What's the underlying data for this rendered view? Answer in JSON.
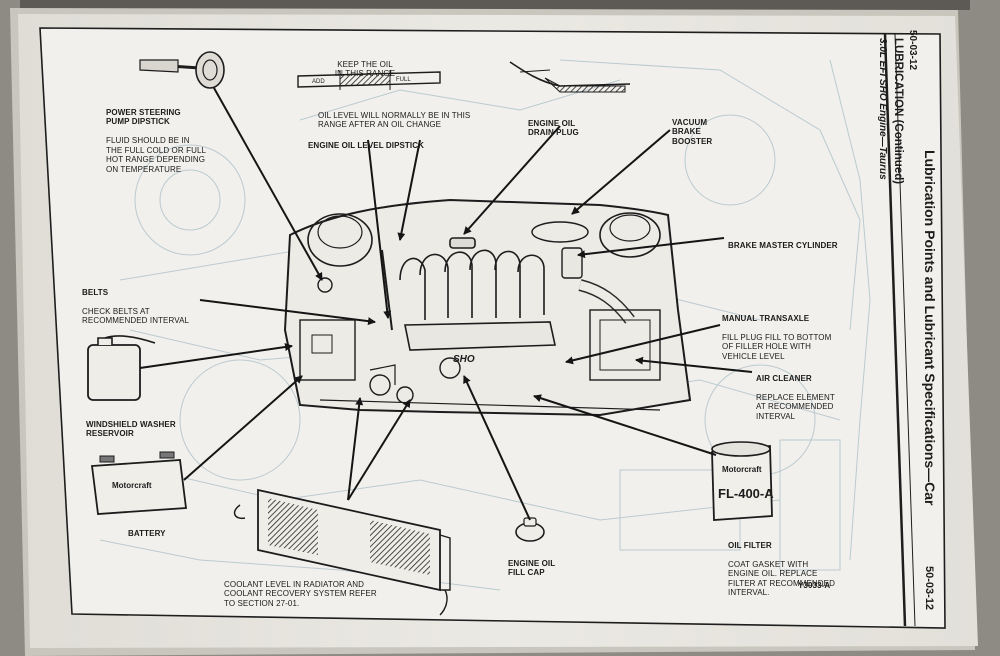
{
  "header": {
    "section_title": "Lubrication Points and Lubricant Specifications—Car",
    "subsection": "LUBRICATION (Continued)",
    "engine": "3.0L EFI SHO Engine—Taurus",
    "page_top": "50-03-12",
    "page_bottom": "50-03-12"
  },
  "callouts": {
    "power_steering": {
      "title": "POWER STEERING PUMP DIPSTICK",
      "desc": "FLUID SHOULD BE IN THE FULL COLD OR FULL HOT RANGE DEPENDING ON TEMPERATURE"
    },
    "keep_oil": {
      "title": "KEEP THE OIL IN THIS RANGE"
    },
    "oil_level_note": {
      "desc": "OIL LEVEL WILL NORMALLY BE IN THIS RANGE AFTER AN OIL CHANGE"
    },
    "engine_oil_dipstick": {
      "title": "ENGINE OIL LEVEL DIPSTICK"
    },
    "drain_plug": {
      "title": "ENGINE OIL DRAIN PLUG"
    },
    "vacuum_booster": {
      "title": "VACUUM BRAKE BOOSTER"
    },
    "brake_master": {
      "title": "BRAKE MASTER CYLINDER"
    },
    "belts": {
      "title": "BELTS",
      "desc": "CHECK BELTS AT RECOMMENDED INTERVAL"
    },
    "manual_transaxle": {
      "title": "MANUAL TRANSAXLE",
      "desc": "FILL PLUG FILL TO BOTTOM OF FILLER HOLE WITH VEHICLE LEVEL"
    },
    "air_cleaner": {
      "title": "AIR CLEANER",
      "desc": "REPLACE ELEMENT AT RECOMMENDED INTERVAL"
    },
    "washer_reservoir": {
      "title": "WINDSHIELD WASHER RESERVOIR"
    },
    "battery": {
      "title": "BATTERY"
    },
    "oil_filter": {
      "title": "OIL FILTER",
      "desc": "COAT GASKET WITH ENGINE OIL. REPLACE FILTER AT RECOMMENDED INTERVAL."
    },
    "fill_cap": {
      "title": "ENGINE OIL FILL CAP"
    },
    "coolant": {
      "desc": "COOLANT LEVEL IN RADIATOR AND COOLANT RECOVERY SYSTEM REFER TO SECTION 27-01."
    }
  },
  "dipstick_marks": {
    "add": "ADD",
    "full": "FULL"
  },
  "engine_badge": "SHO",
  "battery_brand": "Motorcraft",
  "filter_brand": "Motorcraft",
  "filter_model": "FL-400-A",
  "figure_id": "Y3033-A"
}
